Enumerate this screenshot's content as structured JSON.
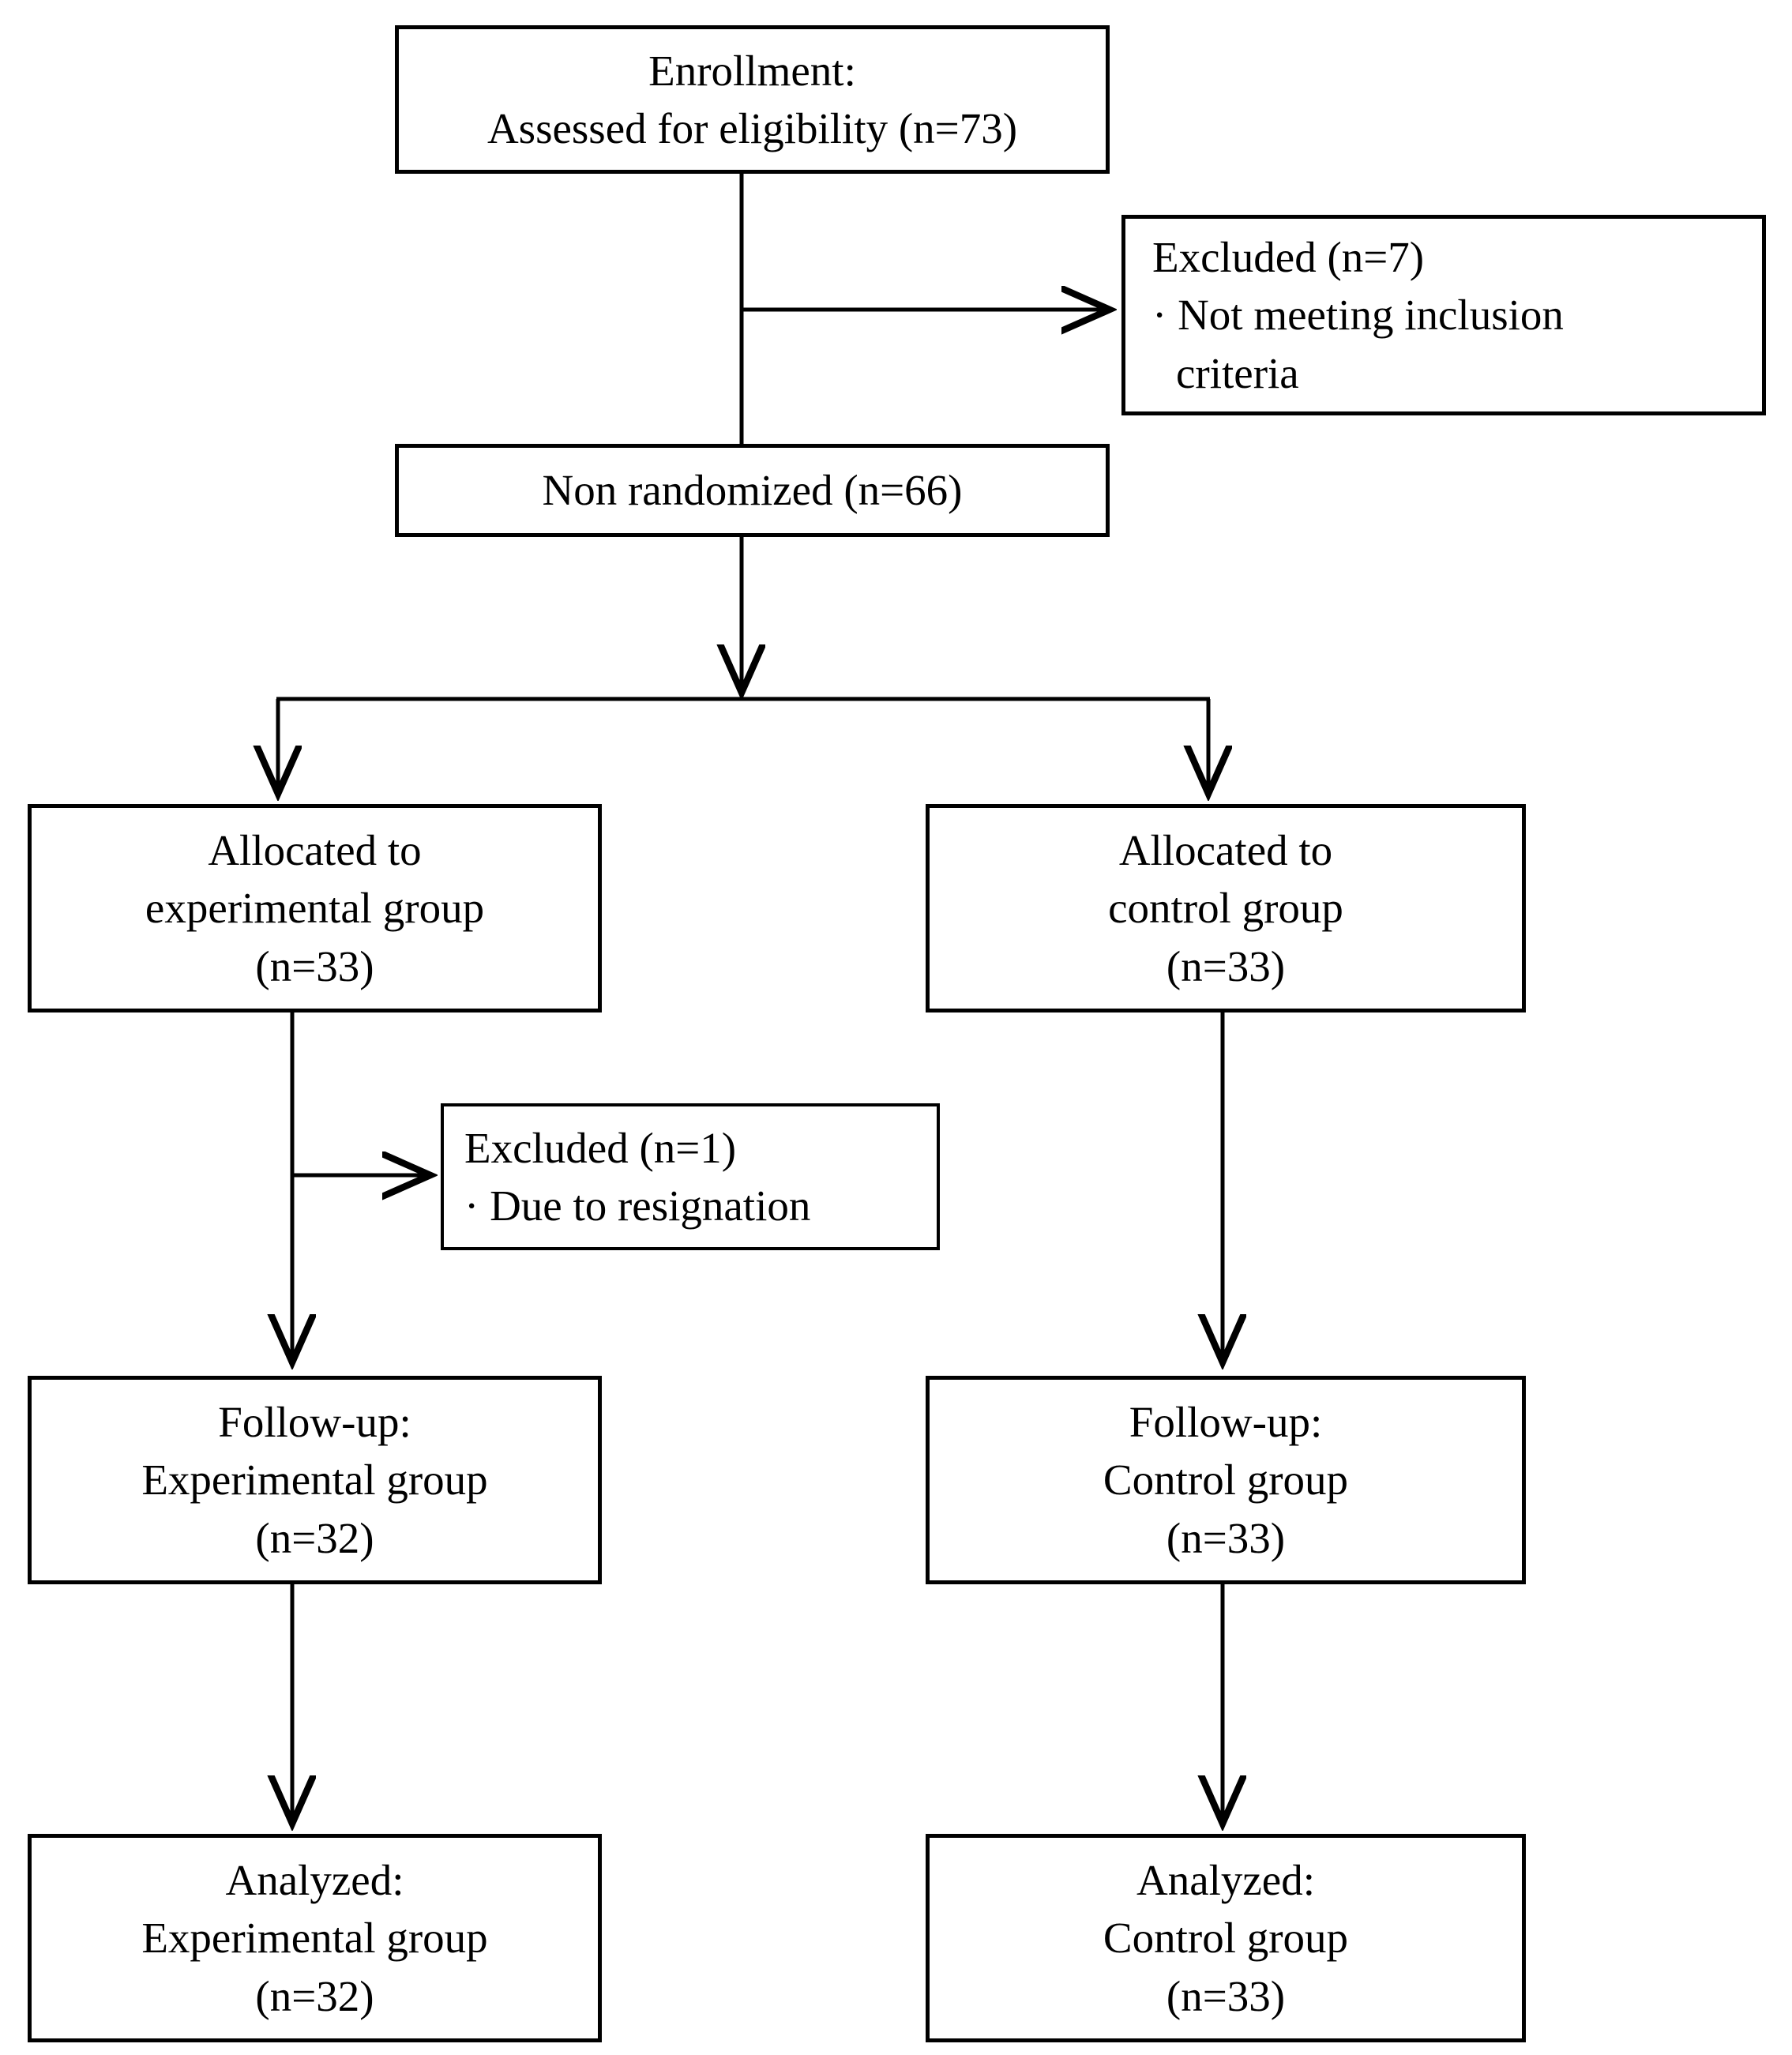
{
  "diagram": {
    "type": "CONSORT-style participant flow diagram",
    "nodes": {
      "enrollment": {
        "name": "enrollment-box",
        "lines": [
          "Enrollment:",
          "Assessed for eligibility (n=73)"
        ],
        "count": 73
      },
      "excluded_enrollment": {
        "name": "excluded-enrollment-box",
        "lines": [
          "Excluded (n=7)",
          "· Not meeting inclusion",
          "criteria"
        ],
        "count": 7,
        "reasons": [
          "Not meeting inclusion criteria"
        ]
      },
      "non_randomized": {
        "name": "non-randomized-box",
        "lines": [
          "Non randomized (n=66)"
        ],
        "count": 66
      },
      "allocated_experimental": {
        "name": "allocated-experimental-box",
        "lines": [
          "Allocated to",
          "experimental group",
          "(n=33)"
        ],
        "count": 33
      },
      "allocated_control": {
        "name": "allocated-control-box",
        "lines": [
          "Allocated to",
          "control group",
          "(n=33)"
        ],
        "count": 33
      },
      "excluded_experimental": {
        "name": "excluded-experimental-box",
        "lines": [
          "Excluded (n=1)",
          "· Due to resignation"
        ],
        "count": 1,
        "reasons": [
          "Due to resignation"
        ]
      },
      "followup_experimental": {
        "name": "followup-experimental-box",
        "lines": [
          "Follow-up:",
          "Experimental group",
          "(n=32)"
        ],
        "count": 32
      },
      "followup_control": {
        "name": "followup-control-box",
        "lines": [
          "Follow-up:",
          "Control group",
          "(n=33)"
        ],
        "count": 33
      },
      "analyzed_experimental": {
        "name": "analyzed-experimental-box",
        "lines": [
          "Analyzed:",
          "Experimental group",
          "(n=32)"
        ],
        "count": 32
      },
      "analyzed_control": {
        "name": "analyzed-control-box",
        "lines": [
          "Analyzed:",
          "Control group",
          "(n=33)"
        ],
        "count": 33
      }
    },
    "colors": {
      "stroke": "#000000",
      "fill": "#ffffff",
      "text": "#000000"
    }
  }
}
